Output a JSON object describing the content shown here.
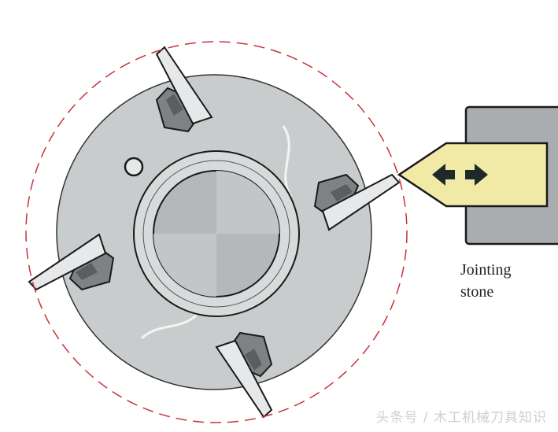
{
  "diagram": {
    "label_line1": "Jointing",
    "label_line2": "stone",
    "watermark": "头条号 / 木工机械刀具知识",
    "colors": {
      "cutter_body": "#c9cccd",
      "stone": "#f0eaa6",
      "holder": "#a9adb0",
      "cutting_circle": "#c8323c",
      "outline": "#1a1a1a"
    }
  }
}
